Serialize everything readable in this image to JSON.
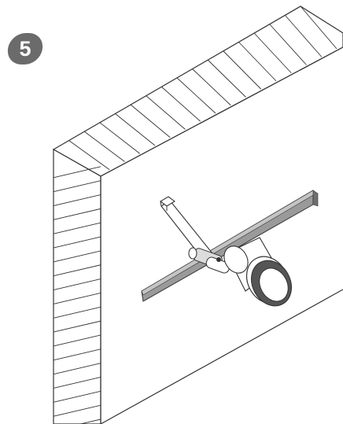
{
  "step": {
    "number": "5"
  },
  "colors": {
    "line": "#333333",
    "badge": "#6b6b6b",
    "badge_text": "#ffffff",
    "bar_fill": "#9a9a9a",
    "bar_shade": "#6f6f6f",
    "ring_fill": "#555555",
    "tool_fill": "#dcdcdc",
    "background": "#ffffff"
  },
  "icons": {
    "illustration": "wall-core-drilling-illustration",
    "badge": "step-number-badge"
  }
}
